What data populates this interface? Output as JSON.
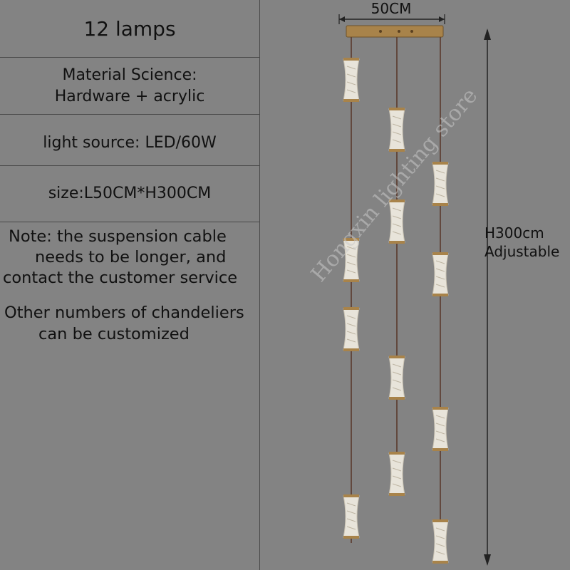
{
  "spec": {
    "count": "12 lamps",
    "material_label": "Material Science:",
    "material_value": "Hardware + acrylic",
    "light_source": "light source: LED/60W",
    "size": "size:L50CM*H300CM",
    "note_lines": [
      "Note: the suspension cable",
      "needs to be longer, and",
      "contact the customer service"
    ],
    "other_lines": [
      "Other numbers of chandeliers",
      "can be customized"
    ]
  },
  "dimensions": {
    "width_label": "50CM",
    "height_label": "H300cm",
    "height_note": "Adjustable"
  },
  "watermark": "Hongxin lighting store",
  "colors": {
    "background": "#838383",
    "canopy": "#a8834a",
    "cable": "#5a3a2c",
    "shade": "#e8e4da"
  }
}
